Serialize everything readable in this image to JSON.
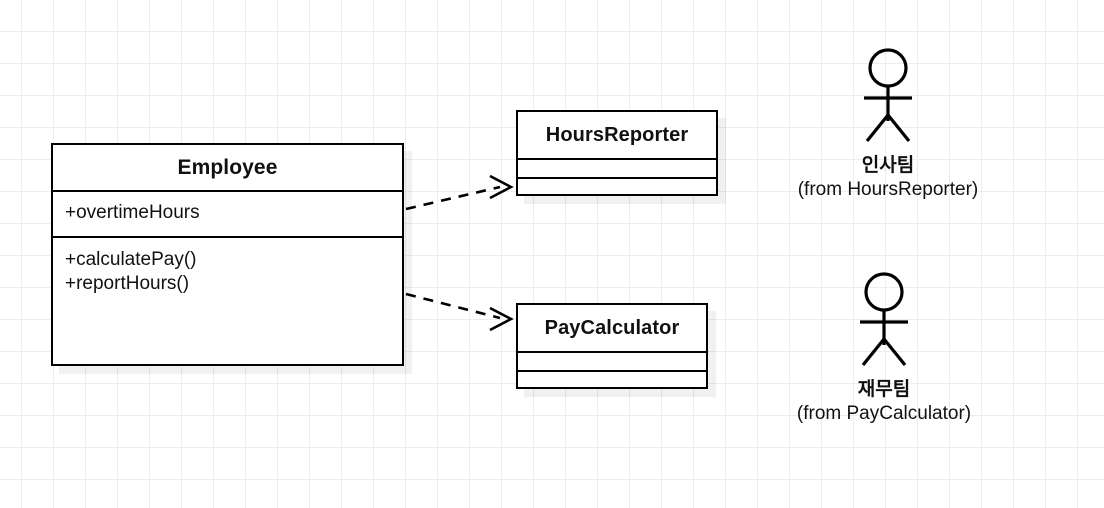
{
  "diagram": {
    "type": "uml-class-diagram",
    "background": "#ffffff",
    "grid_color": "#ededed",
    "line_color": "#000000"
  },
  "classes": [
    {
      "id": "employee",
      "name": "Employee",
      "attributes": [
        "+overtimeHours"
      ],
      "operations": [
        "+calculatePay()",
        "+reportHours()"
      ]
    },
    {
      "id": "hoursreporter",
      "name": "HoursReporter",
      "attributes": [],
      "operations": []
    },
    {
      "id": "paycalculator",
      "name": "PayCalculator",
      "attributes": [],
      "operations": []
    }
  ],
  "relations": [
    {
      "id": "dep-hoursreporter",
      "from": "Employee",
      "to": "HoursReporter",
      "style": "dashed",
      "arrowhead": "open"
    },
    {
      "id": "dep-paycalculator",
      "from": "Employee",
      "to": "PayCalculator",
      "style": "dashed",
      "arrowhead": "open"
    }
  ],
  "actors": [
    {
      "id": "hr-team",
      "name": "인사팀",
      "from": "(from HoursReporter)"
    },
    {
      "id": "finance-team",
      "name": "재무팀",
      "from": "(from PayCalculator)"
    }
  ]
}
